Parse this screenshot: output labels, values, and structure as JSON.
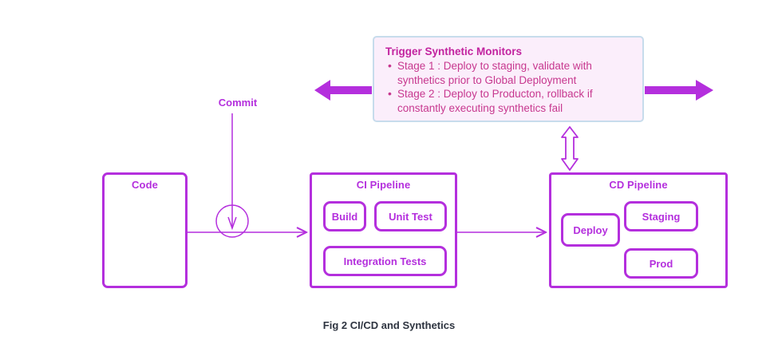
{
  "diagram": {
    "caption": "Fig 2 CI/CD and Synthetics",
    "accent_color": "#b42fdd",
    "callout_title_color": "#c2239f",
    "callout_text_color": "#c7388f",
    "callout_fill": "#fbeefb",
    "callout_border": "#c7dcec",
    "caption_color": "#2e3440"
  },
  "code": {
    "title": "Code"
  },
  "commit": {
    "label": "Commit"
  },
  "ci_pipeline": {
    "title": "CI Pipeline",
    "stages": [
      {
        "label": "Build"
      },
      {
        "label": "Unit Test"
      },
      {
        "label": "Integration Tests"
      }
    ]
  },
  "cd_pipeline": {
    "title": "CD Pipeline",
    "stages": [
      {
        "label": "Deploy"
      },
      {
        "label": "Staging"
      },
      {
        "label": "Prod"
      }
    ]
  },
  "callout": {
    "title": "Trigger Synthetic Monitors",
    "bullets": [
      "Stage 1 : Deploy to staging, validate with synthetics prior to Global Deployment",
      "Stage 2 : Deploy to Producton, rollback if constantly executing synthetics fail"
    ]
  }
}
